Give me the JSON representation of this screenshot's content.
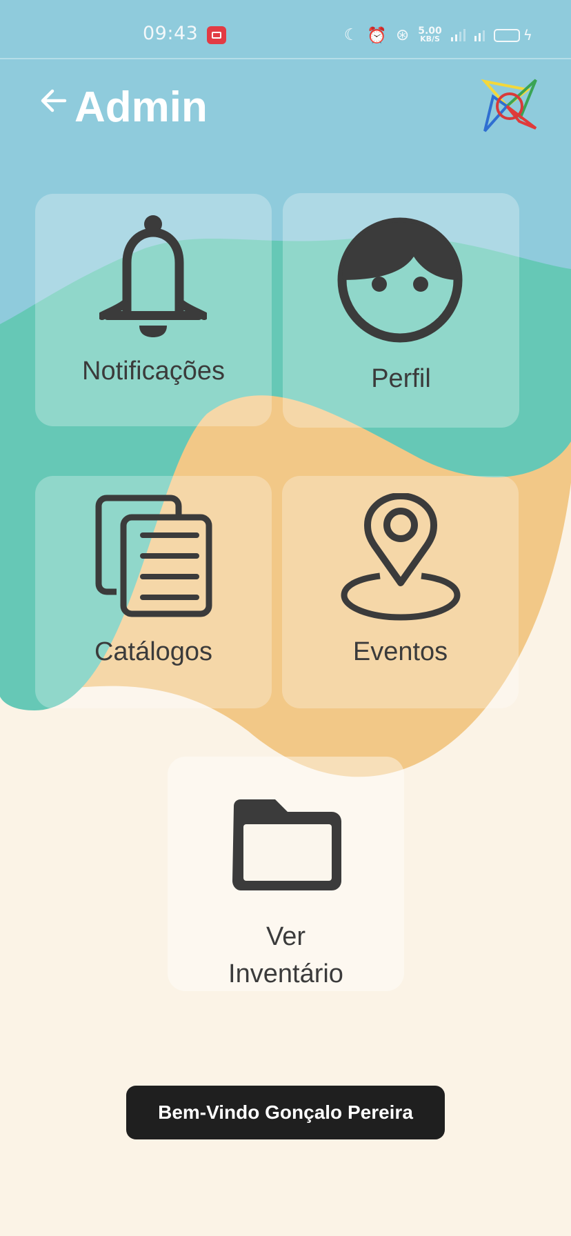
{
  "status_bar": {
    "time": "09:43",
    "speed_value": "5.00",
    "speed_unit": "KB/S",
    "icons": [
      "recording-icon",
      "moon-icon",
      "alarm-icon",
      "signal-icon",
      "battery-icon",
      "charging-icon"
    ]
  },
  "header": {
    "title": "Admin",
    "back_icon": "arrow-left-icon",
    "logo": "app-logo"
  },
  "menu": {
    "notifications": {
      "label": "Notificações",
      "icon": "bell-icon"
    },
    "profile": {
      "label": "Perfil",
      "icon": "face-icon"
    },
    "catalogs": {
      "label": "Catálogos",
      "icon": "documents-icon"
    },
    "events": {
      "label": "Eventos",
      "icon": "location-pin-icon"
    },
    "inventory": {
      "label_line1": "Ver",
      "label_line2": "Inventário",
      "icon": "folder-icon"
    }
  },
  "toast": {
    "message": "Bem-Vindo Gonçalo Pereira"
  },
  "colors": {
    "sky_blue": "#8fcbdc",
    "teal": "#66c8b6",
    "orange": "#f2c887",
    "cream": "#fbf3e6",
    "icon_dark": "#3b3b3b",
    "toast_bg": "#1f1f1f"
  }
}
